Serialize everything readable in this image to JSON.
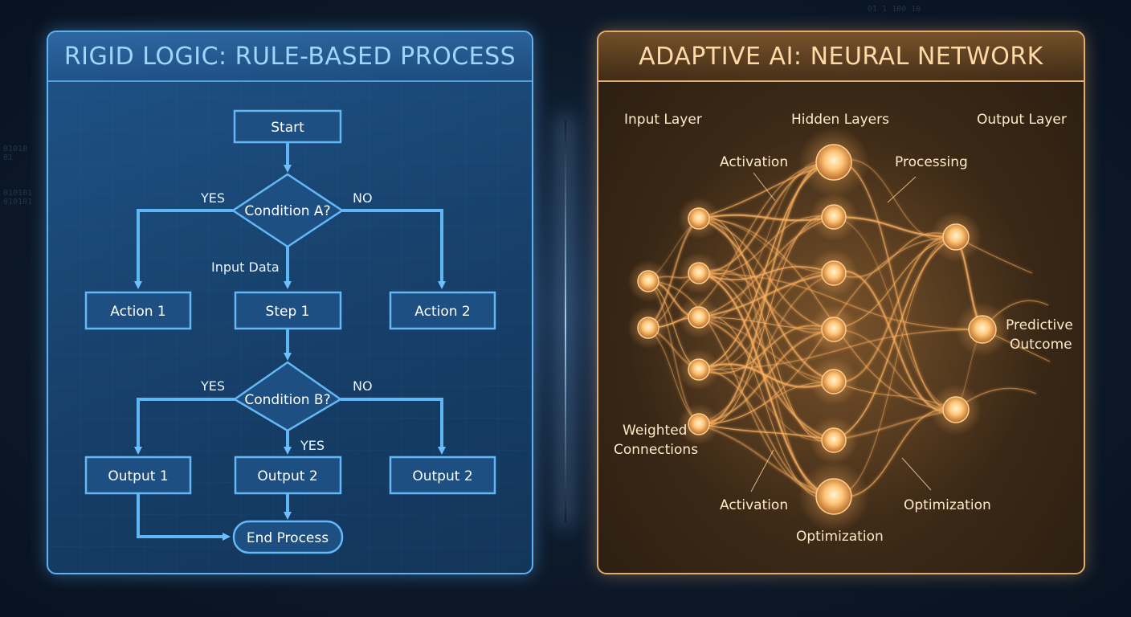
{
  "left_panel": {
    "title": "RIGID LOGIC: RULE-BASED PROCESS",
    "nodes": {
      "start": "Start",
      "condition_a": "Condition A?",
      "action_1": "Action 1",
      "step_1": "Step 1",
      "action_2": "Action 2",
      "condition_b": "Condition B?",
      "output_1": "Output 1",
      "output_2_center": "Output 2",
      "output_2_right": "Output 2",
      "end": "End Process"
    },
    "edge_labels": {
      "a_yes": "YES",
      "a_no": "NO",
      "input_data": "Input Data",
      "b_yes_left": "YES",
      "b_no": "NO",
      "b_yes_down": "YES"
    }
  },
  "right_panel": {
    "title": "ADAPTIVE AI: NEURAL NETWORK",
    "labels": {
      "input_layer": "Input Layer",
      "hidden_layers": "Hidden Layers",
      "output_layer": "Output Layer",
      "activation_top": "Activation",
      "processing": "Processing",
      "predictive_line1": "Predictive",
      "predictive_line2": "Outcome",
      "weighted_line1": "Weighted",
      "weighted_line2": "Connections",
      "activation_bottom": "Activation",
      "optimization_right": "Optimization",
      "optimization_bottom": "Optimization"
    }
  },
  "colors": {
    "flow_line": "#5fb6f5",
    "flow_box_fill": "#1d4f82",
    "neural_glow": "#ffb260",
    "neural_node": "#ffd089"
  }
}
